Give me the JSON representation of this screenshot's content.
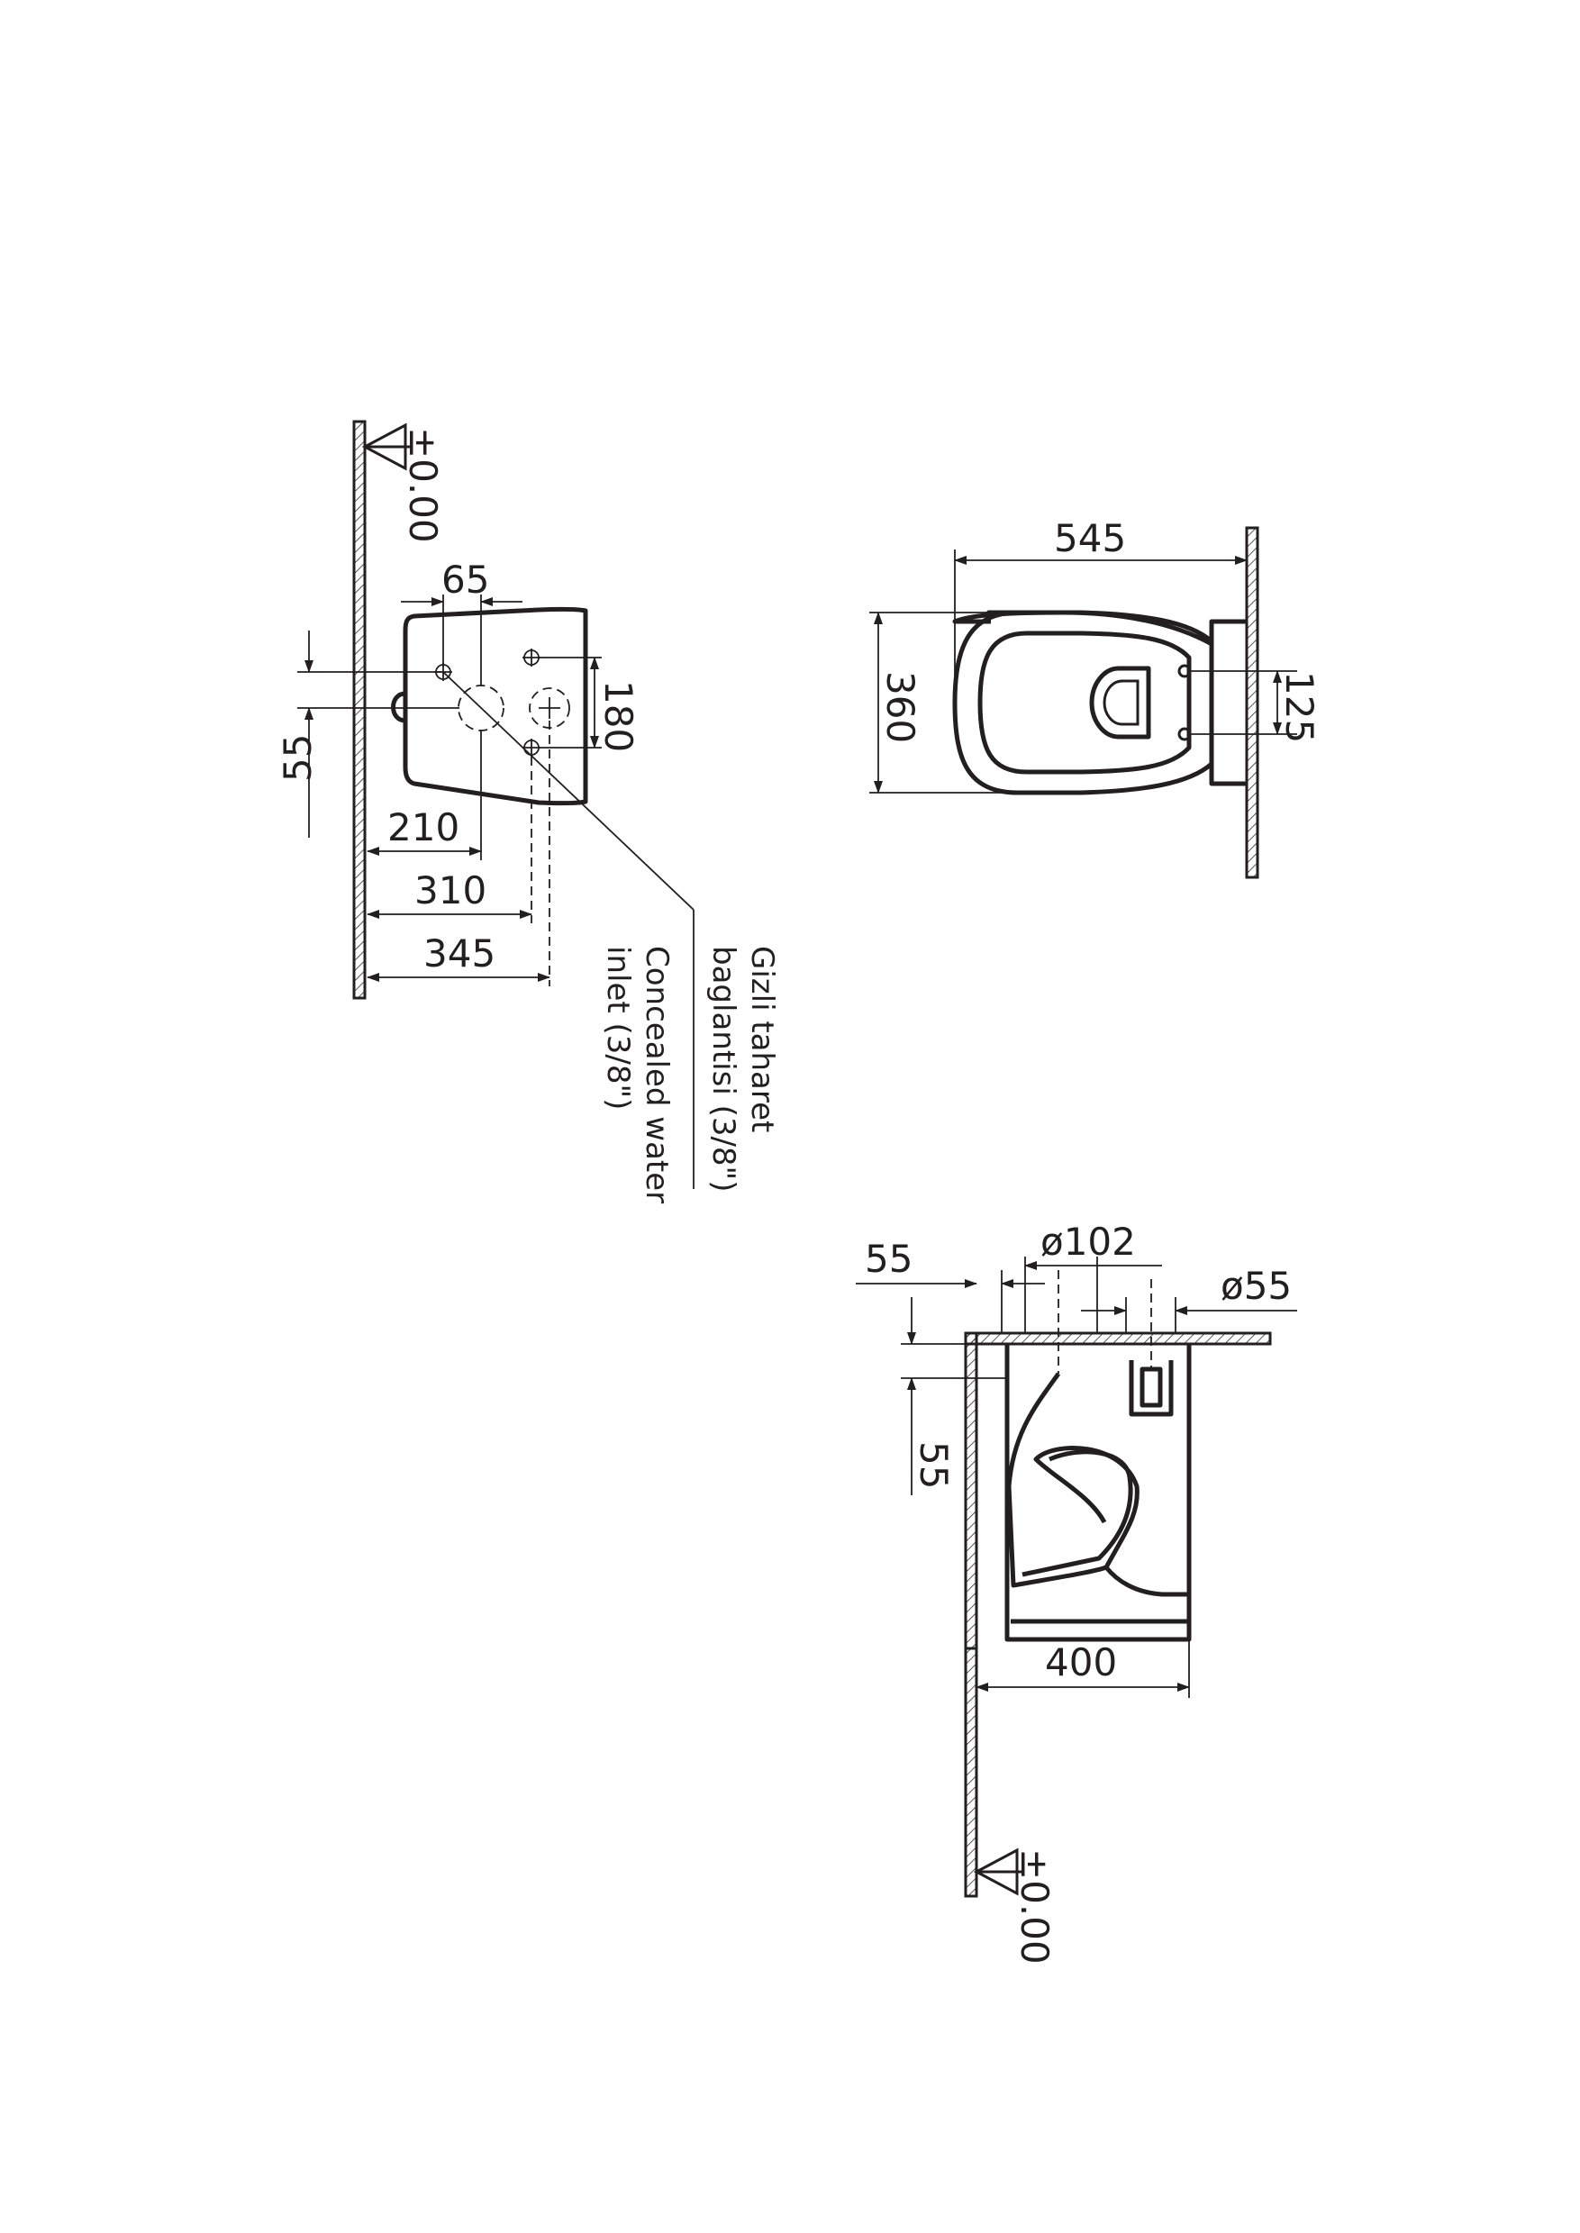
{
  "left_view": {
    "level": "±0.00",
    "dim_65": "65",
    "dim_180": "180",
    "dim_55": "55",
    "dim_210": "210",
    "dim_310": "310",
    "dim_345": "345",
    "callout_tr": "Gizli taharet",
    "callout_tr2": "baglantisi (3/8\")",
    "callout_en": "Concealed water",
    "callout_en2": "inlet (3/8\")"
  },
  "top_view": {
    "dim_545": "545",
    "dim_360": "360",
    "dim_125": "125"
  },
  "section_view": {
    "dim_55_top": "55",
    "dim_102": "ø102",
    "dim_55_dia": "ø55",
    "dim_55_side": "55",
    "dim_400": "400",
    "level": "±0.00"
  }
}
